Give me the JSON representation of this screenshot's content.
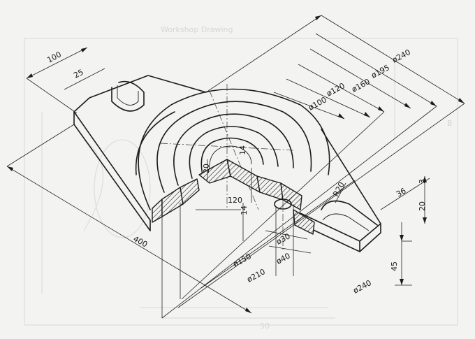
{
  "faded_title": "Workshop Drawing",
  "faded_marks": [
    "50",
    "B"
  ],
  "dimensions": {
    "length_100": "100",
    "width_25": "25",
    "dia_240_top": "ø240",
    "dia_195": "ø195",
    "dia_160": "ø160",
    "dia_120_top": "ø120",
    "dia_100": "ø100",
    "depth_14_top": "14",
    "height_20": "20",
    "depth_120": "120",
    "depth_14_bottom": "14",
    "radius_20": "R20",
    "size_36": "36",
    "thick_3": "3",
    "height_20_right": "20",
    "overall_400": "400",
    "dia_30": "ø30",
    "dia_40": "ø40",
    "dia_150": "ø150",
    "dia_210": "ø210",
    "height_45": "45",
    "dia_240_bottom": "ø240"
  },
  "colors": {
    "ink": "#1c1c1c",
    "paper": "#f3f3f1",
    "ghost": "#d9d9d6"
  }
}
